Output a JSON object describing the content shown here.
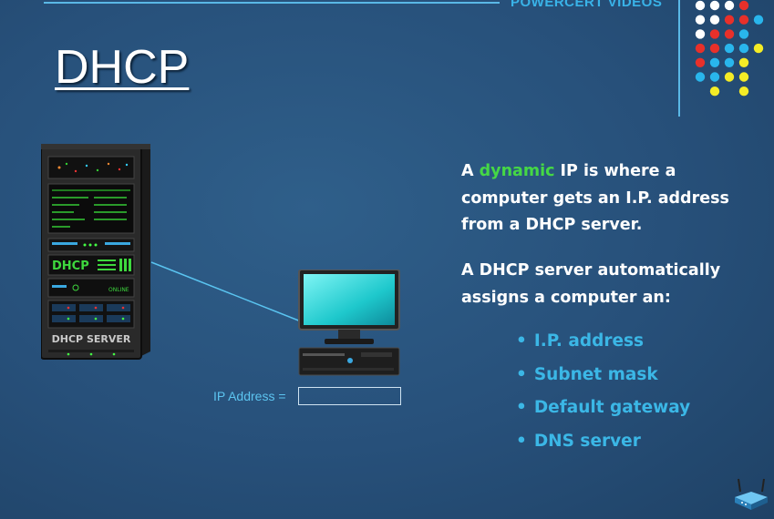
{
  "brand": "POWERCERT VIDEOS",
  "slide": {
    "title": "DHCP",
    "paragraph1": {
      "before": "A ",
      "highlight": "dynamic",
      "after": " IP is where a computer gets an I.P. address from a DHCP server."
    },
    "paragraph2": "A DHCP server automatically assigns a computer an:",
    "bullets": [
      "I.P. address",
      "Subnet mask",
      "Default gateway",
      "DNS server"
    ]
  },
  "server": {
    "panel_text": "DHCP",
    "label": "DHCP SERVER",
    "status_text": "ONLINE"
  },
  "computer": {
    "ip_label": "IP Address =",
    "ip_value": ""
  },
  "colors": {
    "background": "#27507a",
    "accent_blue": "#3bb7e6",
    "highlight_green": "#45d845",
    "text_white": "#ffffff",
    "dot_white": "#ffffff",
    "dot_red": "#e8302a",
    "dot_cyan": "#29b6ec",
    "dot_yellow": "#f4ec26"
  }
}
